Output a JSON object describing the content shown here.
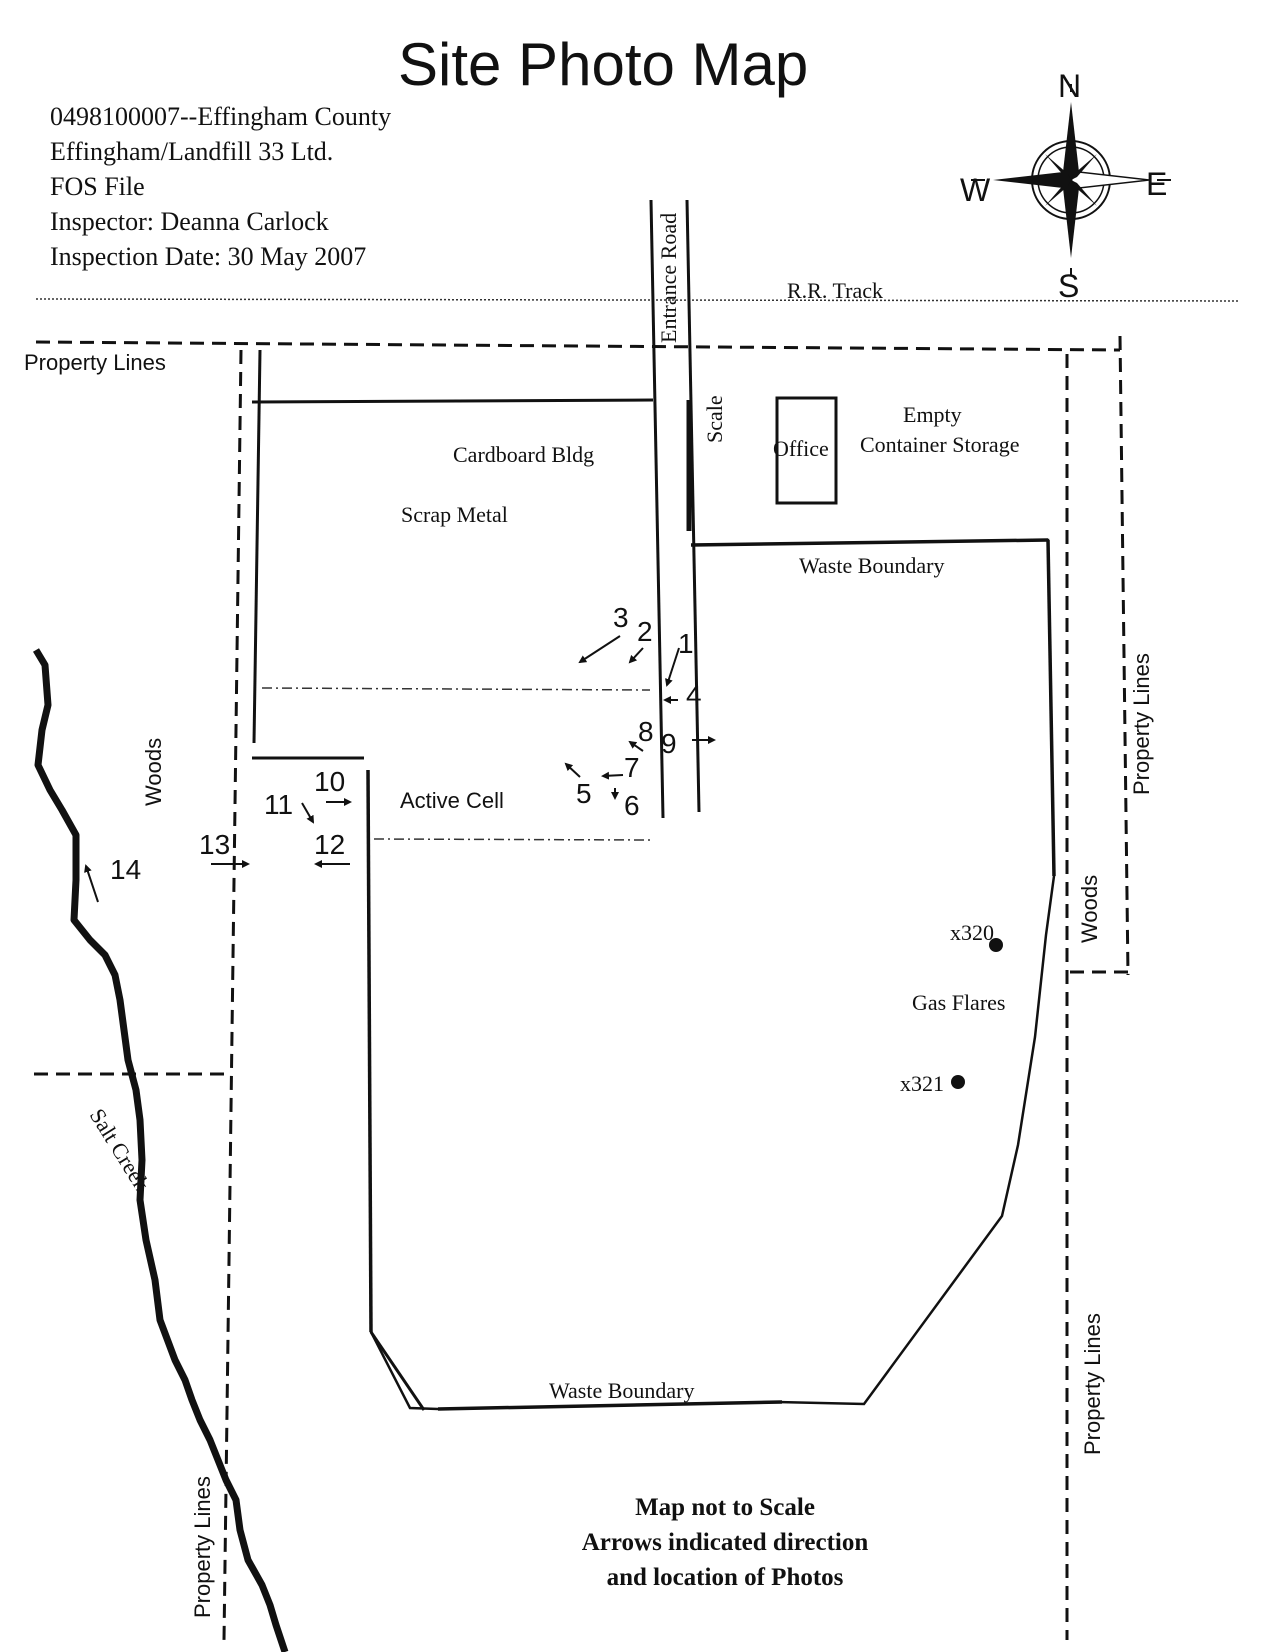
{
  "title": "Site Photo Map",
  "header": {
    "line1": "0498100007--Effingham County",
    "line2": "Effingham/Landfill 33 Ltd.",
    "line3": "FOS File",
    "line4": "Inspector:  Deanna Carlock",
    "line5": "Inspection Date:  30 May 2007"
  },
  "compass": {
    "n": "N",
    "s": "S",
    "e": "E",
    "w": "W"
  },
  "labels": {
    "rr_track": "R.R. Track",
    "entrance_road": "Entrance Road",
    "scale": "Scale",
    "office": "Office",
    "empty_storage_1": "Empty",
    "empty_storage_2": "Container Storage",
    "cardboard_bldg": "Cardboard Bldg",
    "scrap_metal": "Scrap Metal",
    "waste_boundary_top": "Waste Boundary",
    "waste_boundary_bottom": "Waste Boundary",
    "active_cell": "Active Cell",
    "woods_left": "Woods",
    "woods_right": "Woods",
    "property_lines_top": "Property Lines",
    "property_lines_right_top": "Property Lines",
    "property_lines_right_bottom": "Property Lines",
    "property_lines_bottom_left": "Property Lines",
    "salt_creek": "Salt Creek",
    "gas_flares": "Gas Flares",
    "flare_1": "x320",
    "flare_2": "x321"
  },
  "photos": [
    "1",
    "2",
    "3",
    "4",
    "5",
    "6",
    "7",
    "8",
    "9",
    "10",
    "11",
    "12",
    "13",
    "14"
  ],
  "note": {
    "line1": "Map not to Scale",
    "line2": "Arrows indicated direction",
    "line3": "and location of Photos"
  }
}
